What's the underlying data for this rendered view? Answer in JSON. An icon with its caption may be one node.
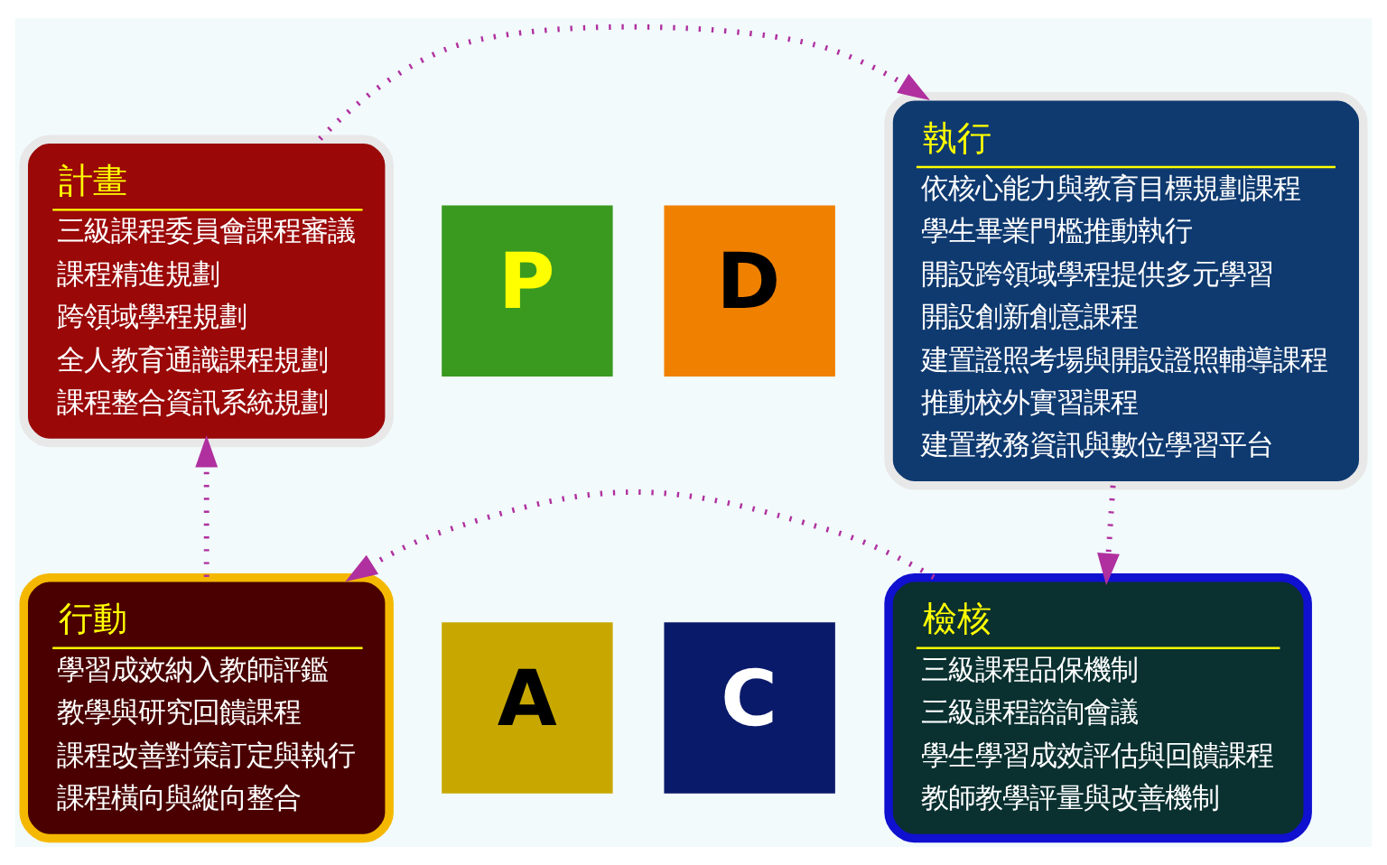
{
  "diagram": {
    "nodes": [
      {
        "text": [
          "計畫",
          "三級課程委員會課程審議",
          "課程精進規劃",
          "跨領域學程規劃",
          "全人教育通識課程規劃",
          "課程整合資訊系統規劃"
        ]
      },
      {
        "text": [
          "執行",
          "依核心能力與教育目標規劃課程",
          "學生畢業門檻推動執行",
          "開設跨領域學程提供多元學習",
          "開設創新創意課程",
          "建置證照考場與開設證照輔導課程",
          "推動校外實習課程",
          "建置教務資訊與數位學習平台"
        ]
      },
      {
        "text": [
          "P"
        ]
      },
      {
        "text": [
          "D"
        ]
      },
      {
        "text": [
          "A"
        ]
      },
      {
        "text": [
          "C"
        ]
      },
      {
        "text": [
          "行動",
          "學習成效納入教師評鑑",
          "教學與研究回饋課程",
          "課程改善對策訂定與執行",
          "課程橫向與縱向整合"
        ]
      },
      {
        "text": [
          "檢核",
          "三級課程品保機制",
          "三級課程諮詢會議",
          "學生學習成效評估與回饋課程",
          "教師教學評量與改善機制"
        ]
      }
    ],
    "edges": [
      {
        "from": 0,
        "to": 1,
        "arrow": "to",
        "style": "dashed"
      },
      {
        "from": 1,
        "to": 7,
        "arrow": "to",
        "style": "dashed"
      },
      {
        "from": 7,
        "to": 6,
        "arrow": "to",
        "style": "dashed"
      },
      {
        "from": 6,
        "to": 0,
        "arrow": "to",
        "style": "dashed"
      }
    ]
  }
}
